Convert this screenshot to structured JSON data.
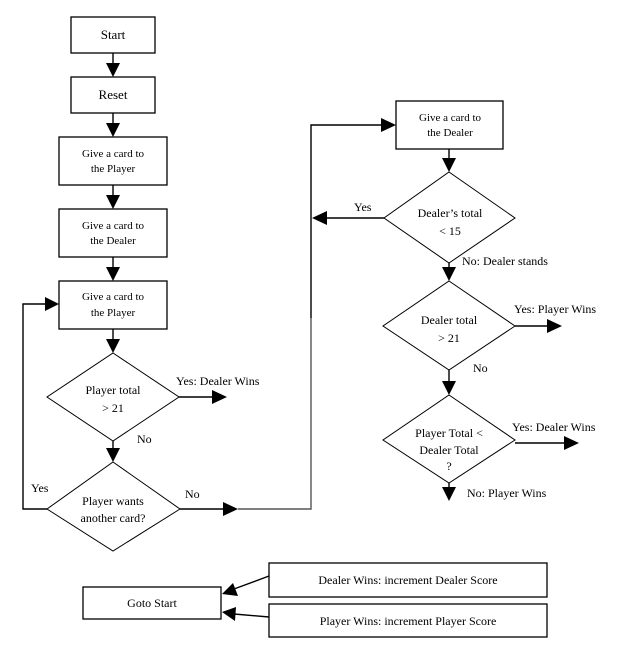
{
  "flowchart": {
    "nodes": {
      "start": {
        "label": "Start"
      },
      "reset": {
        "label": "Reset"
      },
      "give_player_1": {
        "lines": [
          "Give a card to",
          "the Player"
        ]
      },
      "give_dealer_1": {
        "lines": [
          "Give a card to",
          "the Dealer"
        ]
      },
      "give_player_2": {
        "lines": [
          "Give a card to",
          "the Player"
        ]
      },
      "player_bust_check": {
        "lines": [
          "Player total",
          "> 21"
        ]
      },
      "player_hit_check": {
        "lines": [
          "Player wants",
          "another card?"
        ]
      },
      "give_dealer_2": {
        "lines": [
          "Give a card to",
          "the Dealer"
        ]
      },
      "dealer_hit_check": {
        "lines": [
          "Dealer’s total",
          "< 15"
        ]
      },
      "dealer_bust_check": {
        "lines": [
          "Dealer total",
          "> 21"
        ]
      },
      "compare_check": {
        "lines": [
          "Player Total <",
          "Dealer Total",
          "?"
        ]
      },
      "goto_start": {
        "label": "Goto Start"
      },
      "dealer_wins_box": {
        "label": "Dealer Wins: increment Dealer Score"
      },
      "player_wins_box": {
        "label": "Player Wins: increment Player Score"
      }
    },
    "edge_labels": {
      "player_bust_yes": "Yes:  Dealer Wins",
      "player_bust_no": "No",
      "player_hit_yes": "Yes",
      "player_hit_no": "No",
      "dealer_hit_yes": "Yes",
      "dealer_hit_no": "No:  Dealer stands",
      "dealer_bust_yes": "Yes:  Player Wins",
      "dealer_bust_no": "No",
      "compare_yes": "Yes:  Dealer Wins",
      "compare_no": "No:  Player Wins"
    }
  }
}
